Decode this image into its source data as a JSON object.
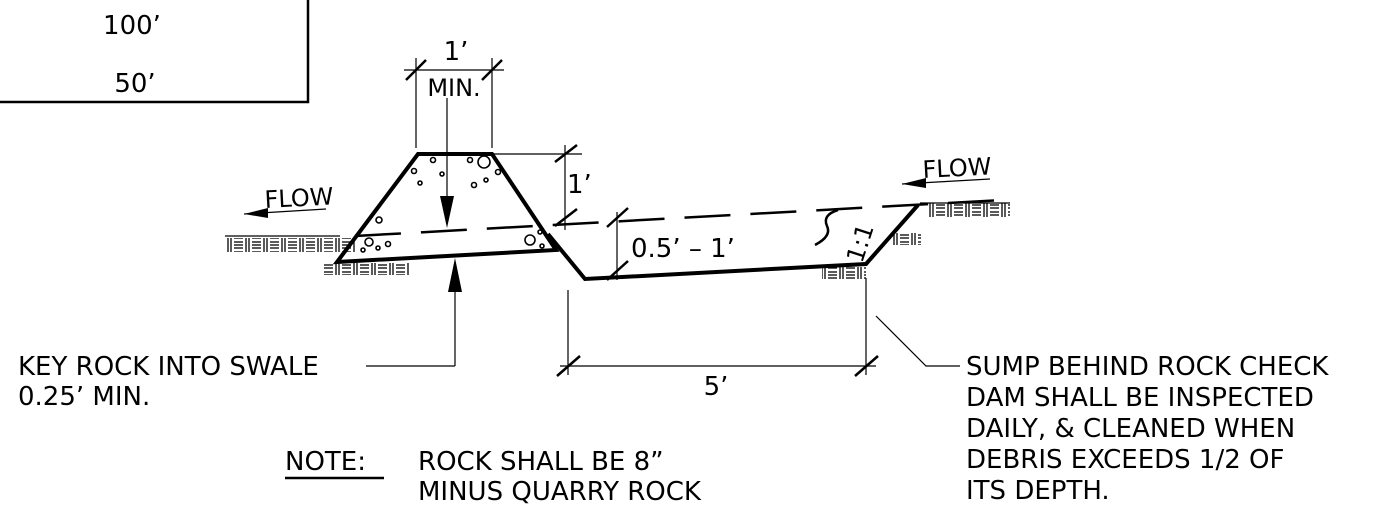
{
  "table": {
    "row1": "100’",
    "row2": "50’"
  },
  "dimensions": {
    "top_width_value": "1’",
    "top_width_note": "MIN.",
    "dam_height": "1’",
    "overflow_depth": "0.5’ – 1’",
    "side_slope": "1:1",
    "sump_length": "5’"
  },
  "flow_labels": {
    "left": "FLOW",
    "right": "FLOW"
  },
  "callouts": {
    "key_rock_line1": "KEY ROCK INTO SWALE",
    "key_rock_line2": "0.25’ MIN.",
    "sump_lines": [
      "SUMP BEHIND ROCK CHECK",
      "DAM SHALL BE INSPECTED",
      "DAILY, & CLEANED WHEN",
      "DEBRIS EXCEEDS 1/2 OF",
      "ITS DEPTH."
    ]
  },
  "note": {
    "label": "NOTE:",
    "line1": "ROCK SHALL BE 8”",
    "line2": "MINUS QUARRY ROCK"
  },
  "colors": {
    "ink": "#000000",
    "background": "#ffffff"
  }
}
